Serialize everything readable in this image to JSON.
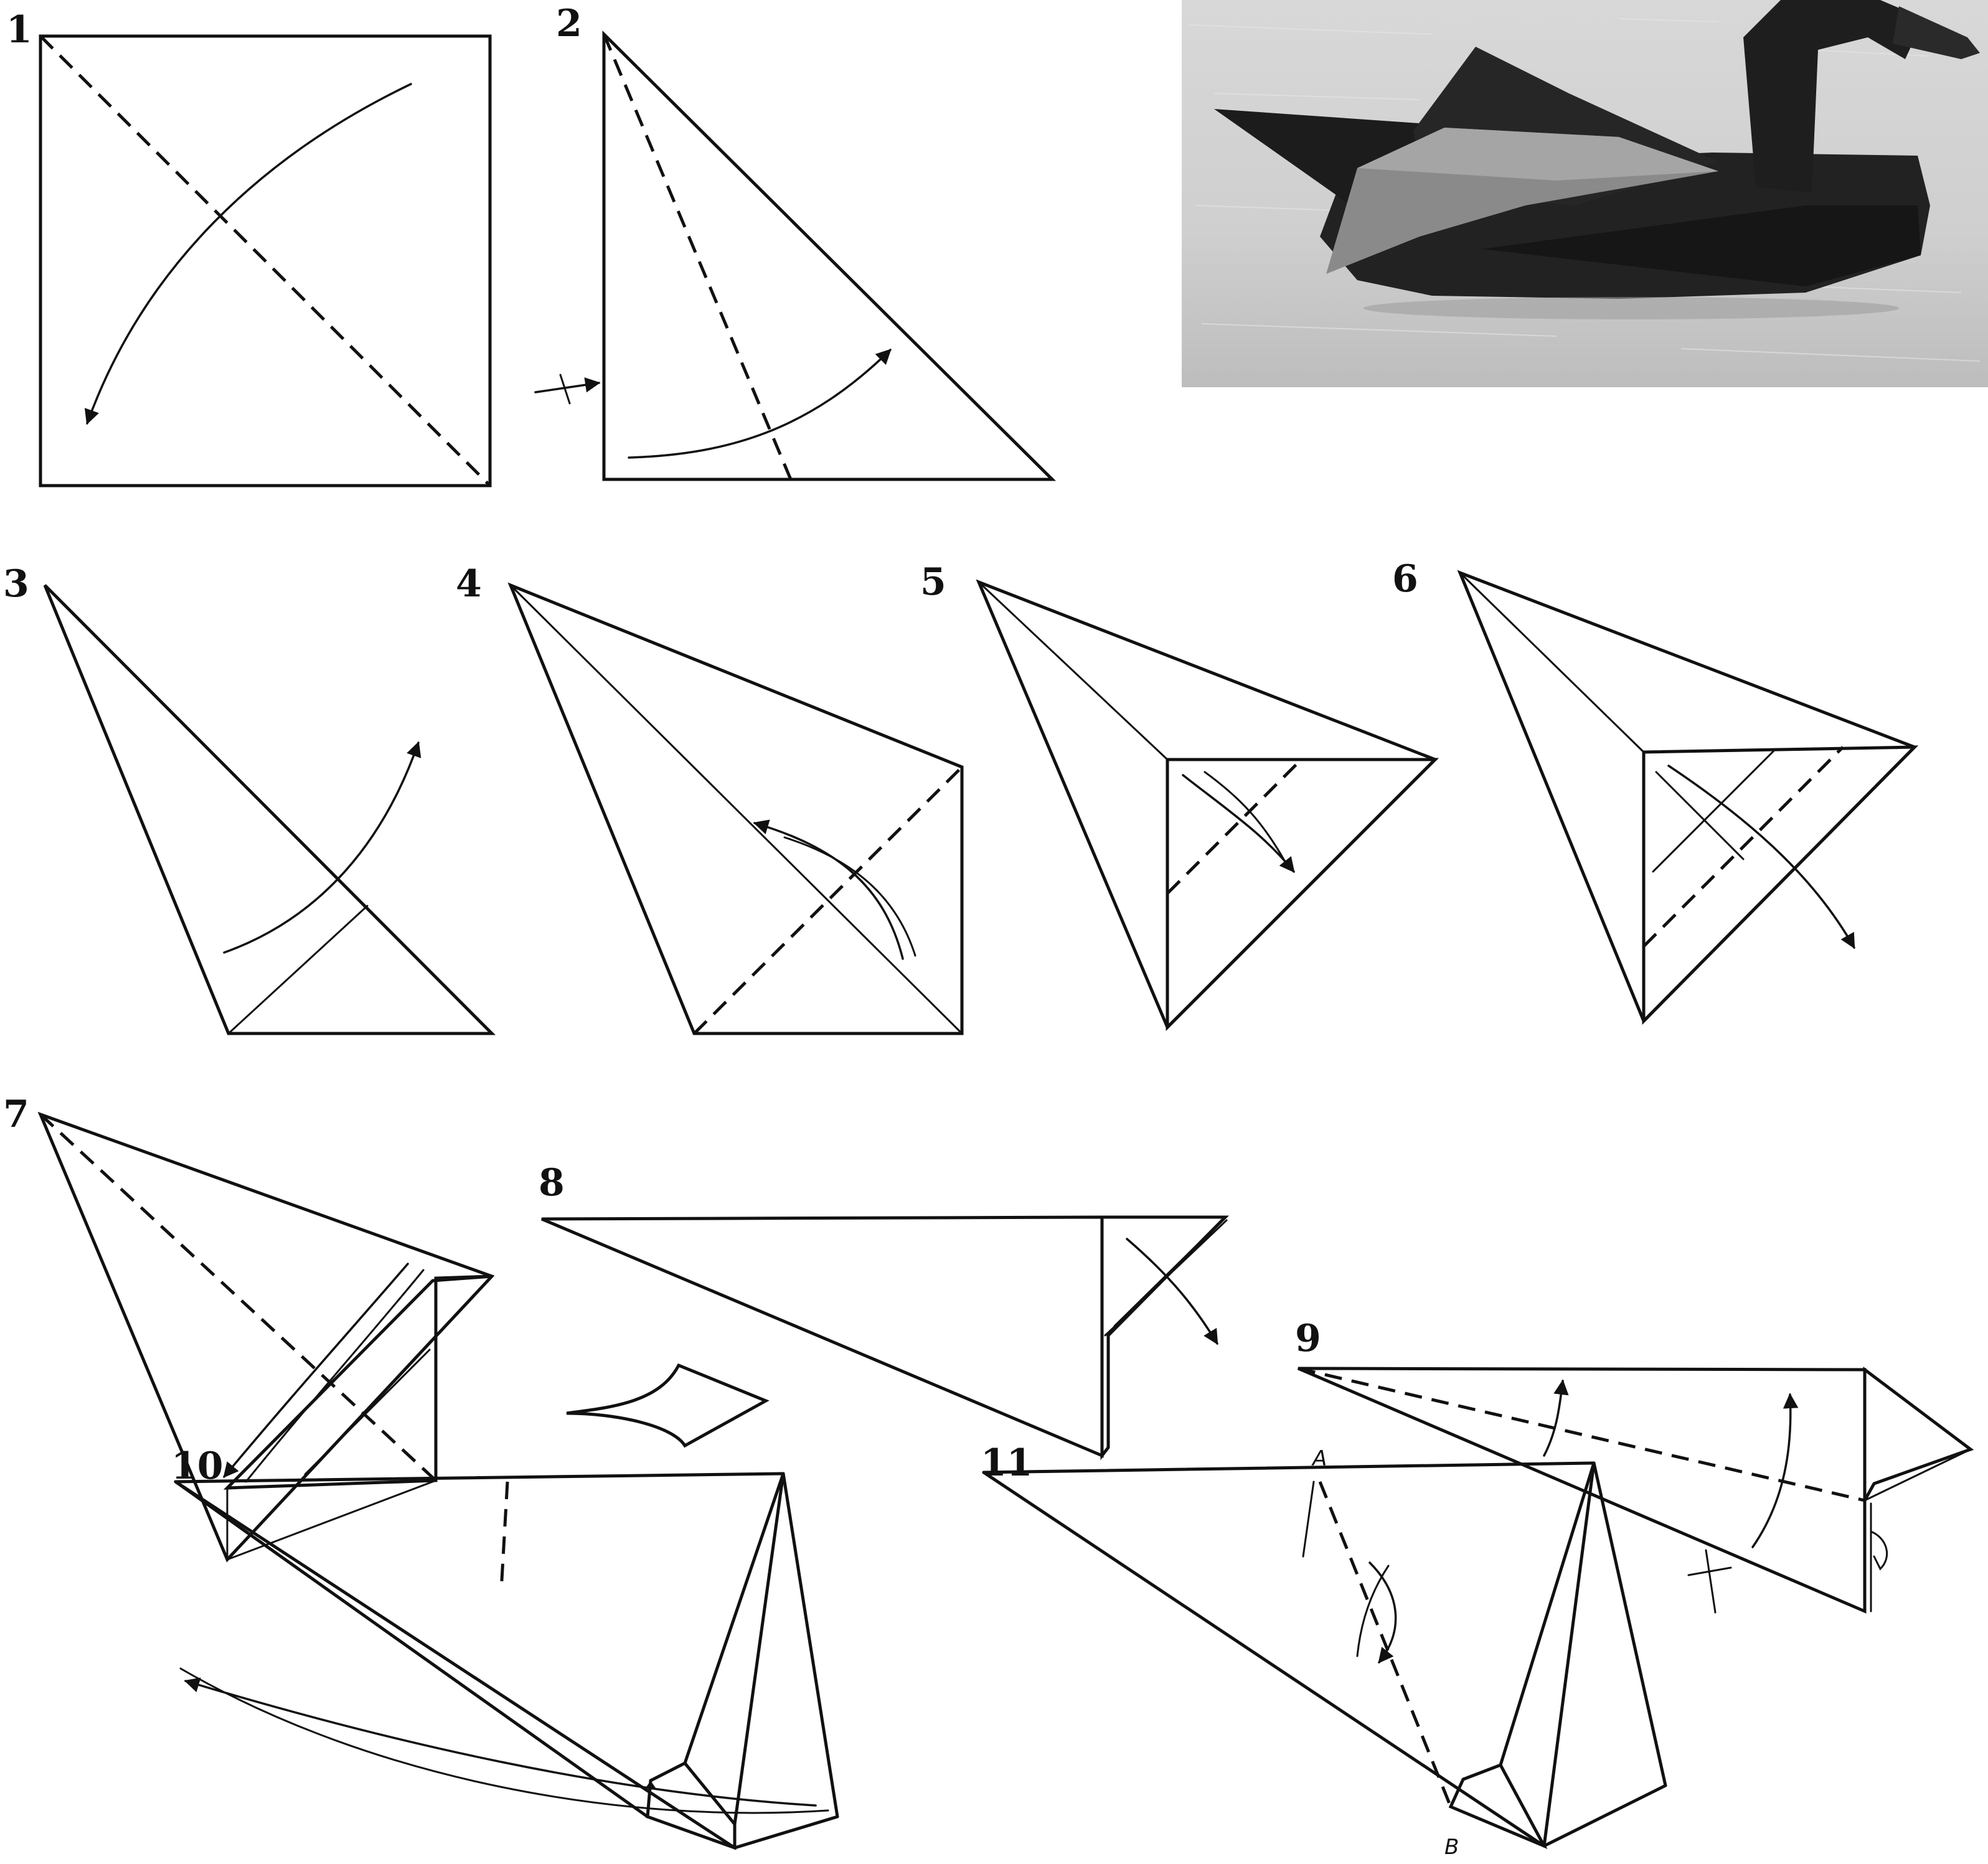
{
  "steps": [
    {
      "label": "1",
      "icon": "step-1-square-diagonal-fold"
    },
    {
      "label": "2",
      "icon": "step-2-kite-fold"
    },
    {
      "label": "3",
      "icon": "step-3-triangle-fold"
    },
    {
      "label": "4",
      "icon": "step-4-fold"
    },
    {
      "label": "5",
      "icon": "step-5-fold"
    },
    {
      "label": "6",
      "icon": "step-6-fold"
    },
    {
      "label": "7",
      "icon": "step-7-fold"
    },
    {
      "label": "8",
      "icon": "step-8-turn-over"
    },
    {
      "label": "9",
      "icon": "step-9-fold"
    },
    {
      "label": "10",
      "icon": "step-10-fold"
    },
    {
      "label": "11",
      "icon": "step-11-neck-fold"
    }
  ],
  "points": {
    "a": "A",
    "b": "B"
  },
  "photo": {
    "icon": "finished-origami-swan-photo"
  }
}
